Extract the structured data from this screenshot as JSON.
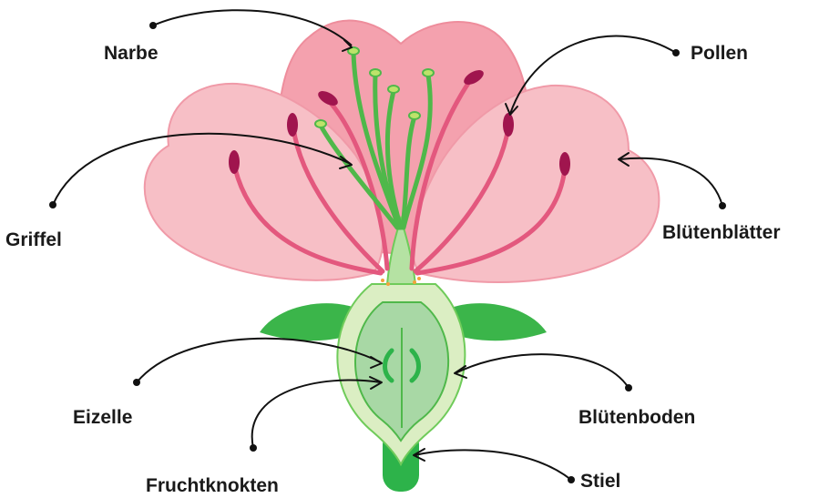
{
  "labels": {
    "narbe": "Narbe",
    "pollen": "Pollen",
    "griffel": "Griffel",
    "bluetenblaetter": "Blütenblätter",
    "eizelle": "Eizelle",
    "bluetenboden": "Blütenboden",
    "fruchtknoten": "Fruchtknokten",
    "stiel": "Stiel"
  },
  "colors": {
    "petal_back": "#f4a1ae",
    "petal_side": "#f7bfc6",
    "filament": "#e3587e",
    "anther": "#a0154e",
    "pistil": "#6fcb5a",
    "pistil_fill": "#b5e2a3",
    "stigma": "#bde36a",
    "receptacle": "#dbeec3",
    "ovary": "#a8d8a5",
    "leaf": "#3bb54a",
    "stem": "#2db34a"
  }
}
